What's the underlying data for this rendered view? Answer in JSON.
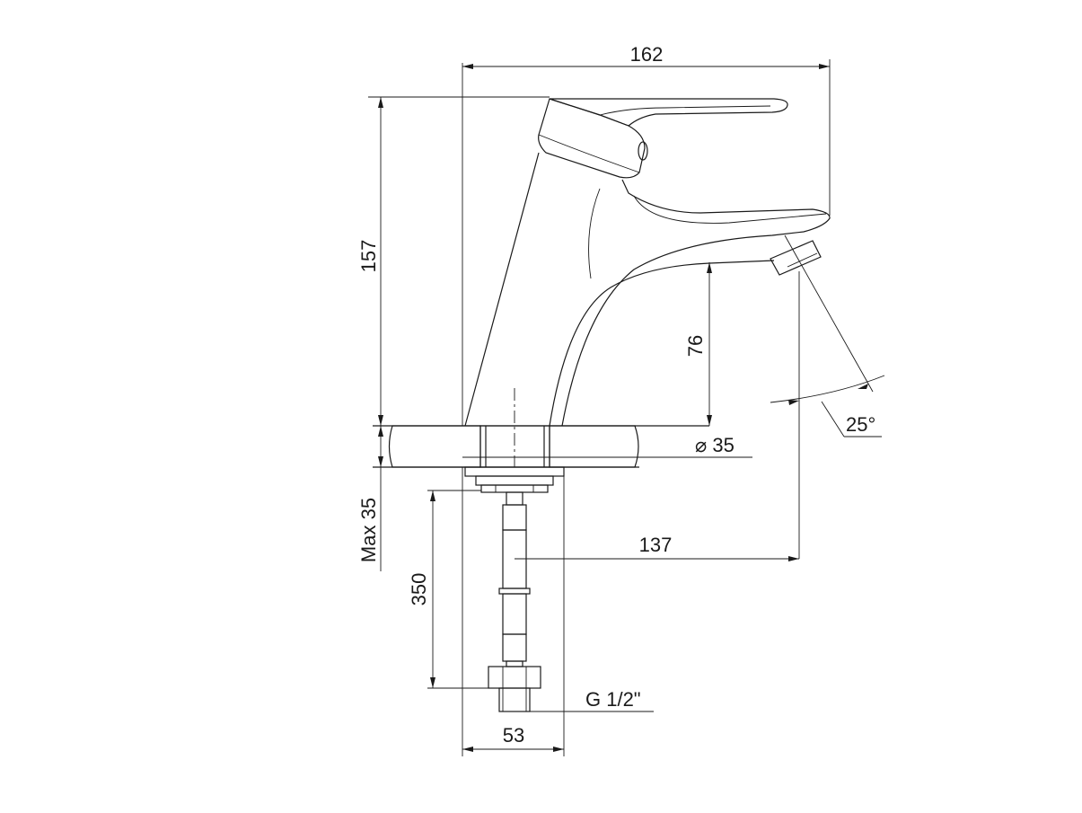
{
  "dimensions": {
    "width_top": "162",
    "height_total": "157",
    "spout_height": "76",
    "spout_angle": "25°",
    "hole_diameter": "⌀ 35",
    "max_deck_thickness": "Max 35",
    "hose_length": "350",
    "spout_reach": "137",
    "connection_thread": "G 1/2\"",
    "base_width": "53"
  }
}
